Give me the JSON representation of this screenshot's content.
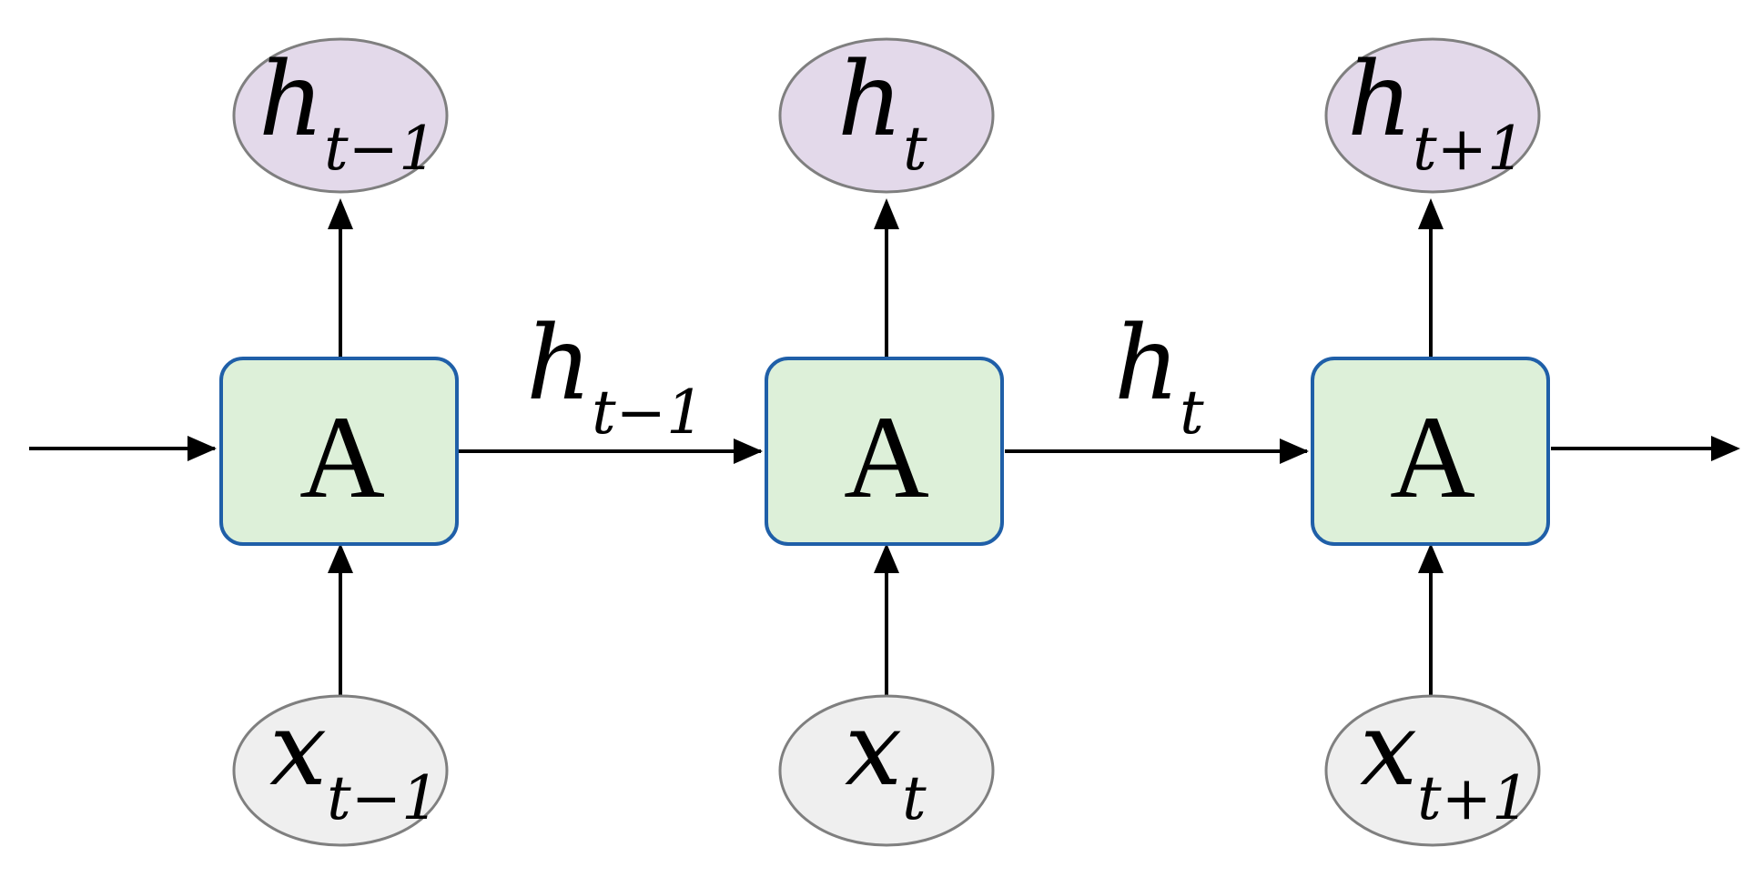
{
  "colors": {
    "cell_fill": "#ddf0d9",
    "cell_stroke": "#1f5fa8",
    "output_fill": "#e3d9ea",
    "input_fill": "#efefef",
    "node_stroke": "#7f7f7f",
    "arrow": "#000000"
  },
  "cells": [
    {
      "label": "A"
    },
    {
      "label": "A"
    },
    {
      "label": "A"
    }
  ],
  "outputs": [
    {
      "base": "h",
      "sub": "t−1"
    },
    {
      "base": "h",
      "sub": "t"
    },
    {
      "base": "h",
      "sub": "t+1"
    }
  ],
  "inputs": [
    {
      "base": "x",
      "sub": "t−1"
    },
    {
      "base": "x",
      "sub": "t"
    },
    {
      "base": "x",
      "sub": "t+1"
    }
  ],
  "links": [
    {
      "base": "h",
      "sub": "t−1"
    },
    {
      "base": "h",
      "sub": "t"
    }
  ]
}
